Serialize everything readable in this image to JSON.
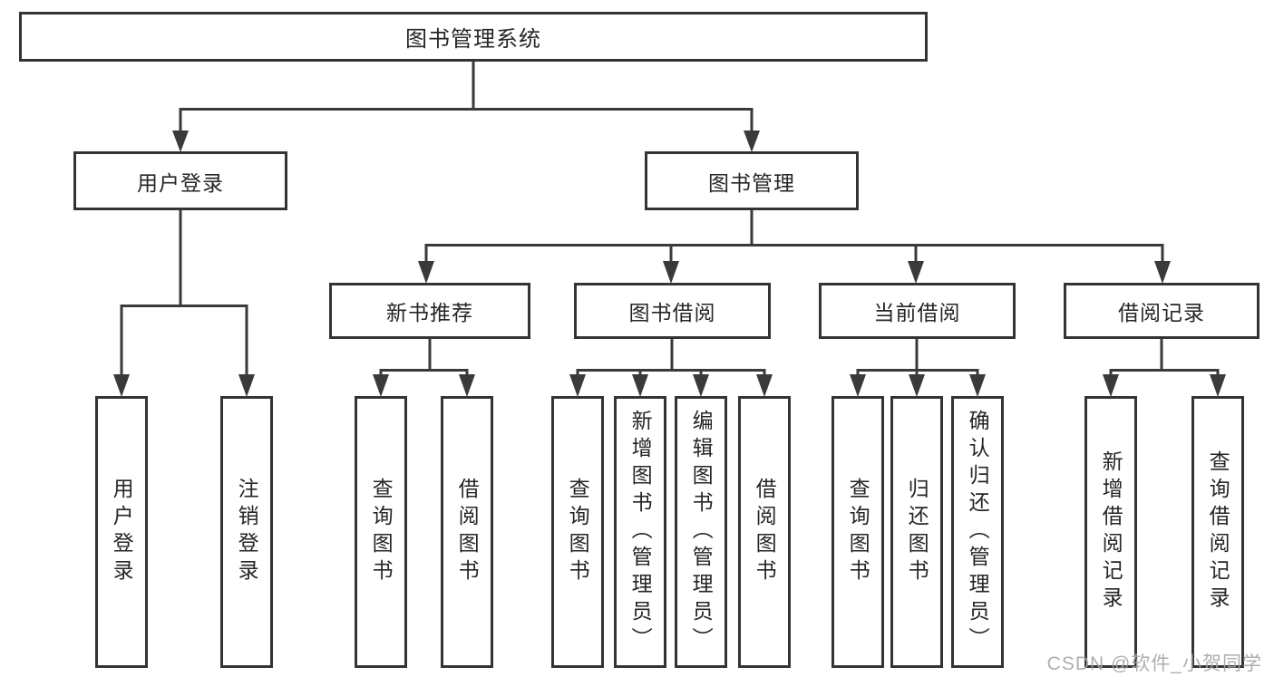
{
  "watermark": "CSDN @软件_小贺同学",
  "colors": {
    "line": "#3a3a3a",
    "box_border": "#343434",
    "text": "#262626",
    "watermark": "#a6a6a6",
    "background": "#ffffff"
  },
  "tree": {
    "label": "图书管理系统",
    "children": [
      {
        "label": "用户登录",
        "children": [
          {
            "label": "用户登录"
          },
          {
            "label": "注销登录"
          }
        ]
      },
      {
        "label": "图书管理",
        "children": [
          {
            "label": "新书推荐",
            "children": [
              {
                "label": "查询图书"
              },
              {
                "label": "借阅图书"
              }
            ]
          },
          {
            "label": "图书借阅",
            "children": [
              {
                "label": "查询图书"
              },
              {
                "label": "新增图书（管理员）"
              },
              {
                "label": "编辑图书（管理员）"
              },
              {
                "label": "借阅图书"
              }
            ]
          },
          {
            "label": "当前借阅",
            "children": [
              {
                "label": "查询图书"
              },
              {
                "label": "归还图书"
              },
              {
                "label": "确认归还（管理员）"
              }
            ]
          },
          {
            "label": "借阅记录",
            "children": [
              {
                "label": "新增借阅记录"
              },
              {
                "label": "查询借阅记录"
              }
            ]
          }
        ]
      }
    ]
  }
}
